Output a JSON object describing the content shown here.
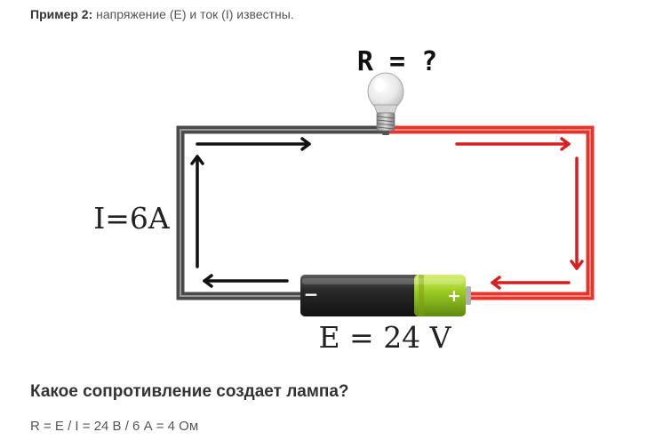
{
  "intro": {
    "label": "Пример 2:",
    "text": " напряжение (Е) и ток (I) известны."
  },
  "diagram": {
    "resistance_label": "R = ?",
    "current_label": "I=6A",
    "voltage_label": "E = 24 V",
    "minus_sign": "−",
    "plus_sign": "+",
    "colors": {
      "wire_dark": "#4a4a4a",
      "wire_red": "#e8332a",
      "arrow_black": "#111111",
      "arrow_red": "#d81f1f",
      "battery_body": "#2a2a2a",
      "battery_cap": "#9ccc2a"
    },
    "icons": [
      "light-bulb-icon",
      "battery-icon"
    ]
  },
  "question": "Какое сопротивление создает лампа?",
  "formula": "R = E / I = 24 В / 6 А = 4 Ом"
}
